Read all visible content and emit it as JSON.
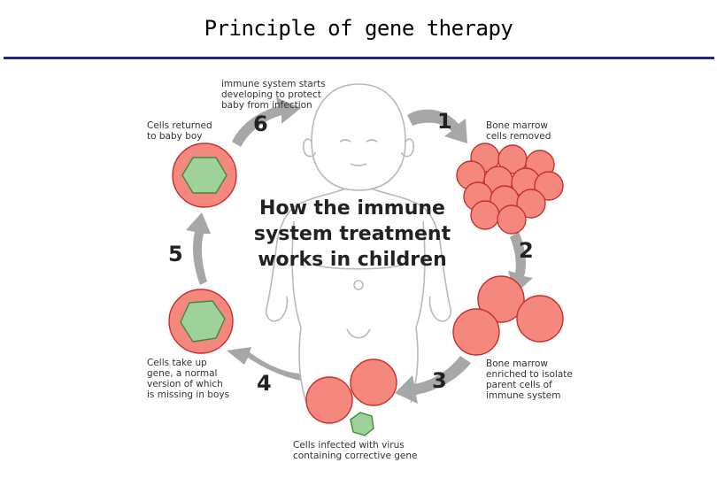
{
  "title": "Principle of gene therapy",
  "diagram": {
    "headline": [
      "How the immune",
      "system treatment",
      "works in children"
    ],
    "steps": [
      {
        "number": "1",
        "label": [
          "Bone marrow",
          "cells removed"
        ]
      },
      {
        "number": "2",
        "label": []
      },
      {
        "number": "3",
        "label": [
          "Bone marrow",
          "enriched to isolate",
          "parent cells of",
          "immune system"
        ]
      },
      {
        "number": "4",
        "label": [
          "Cells infected with virus",
          "containing corrective gene"
        ]
      },
      {
        "number": "5",
        "label": [
          "Cells take up",
          "gene, a normal",
          "version of which",
          "is missing in boys"
        ]
      },
      {
        "number": "6",
        "label": [
          "Cells returned",
          "to baby boy"
        ]
      }
    ],
    "top_note": [
      "immune system starts",
      "developing to protect",
      "baby from infection"
    ],
    "colors": {
      "cell_fill": "#f4877e",
      "cell_stroke": "#c8302a",
      "hex_fill": "#9fd29a",
      "hex_stroke": "#3f8a3a",
      "arrow": "#a7a7a7",
      "baby_outline": "#b9b9b9"
    }
  }
}
